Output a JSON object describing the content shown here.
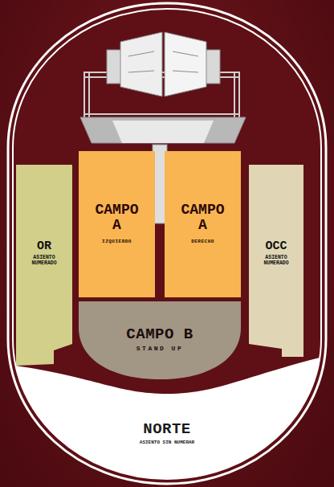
{
  "diagram": {
    "nodes": [
      {
        "text": [
          "OR",
          "ASIENTO NUMERADO"
        ]
      },
      {
        "text": [
          "CAMPO A",
          "IZQUIERDO"
        ]
      },
      {
        "text": [
          "CAMPO A",
          "DERECHO"
        ]
      },
      {
        "text": [
          "OCC",
          "ASIENTO NUMERADO"
        ]
      },
      {
        "text": [
          "CAMPO B",
          "STAND UP"
        ]
      },
      {
        "text": [
          "NORTE",
          "ASIENTO SIN NUMERAR"
        ]
      }
    ]
  }
}
